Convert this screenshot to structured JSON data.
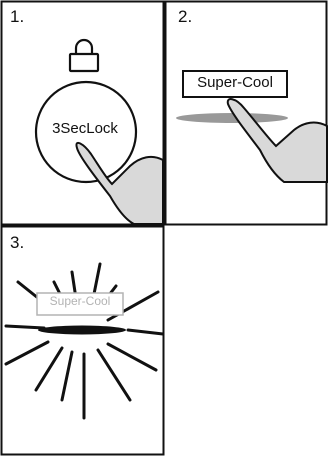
{
  "panels": [
    {
      "number": "1.",
      "button_label": "3SecLock",
      "icon": "lock-icon"
    },
    {
      "number": "2.",
      "button_label": "Super-Cool"
    },
    {
      "number": "3.",
      "button_label": "Super-Cool"
    }
  ],
  "colors": {
    "line": "#111111",
    "hand_fill": "#d9d9d9",
    "shadow": "#999999",
    "faded": "#b3b3b3"
  }
}
